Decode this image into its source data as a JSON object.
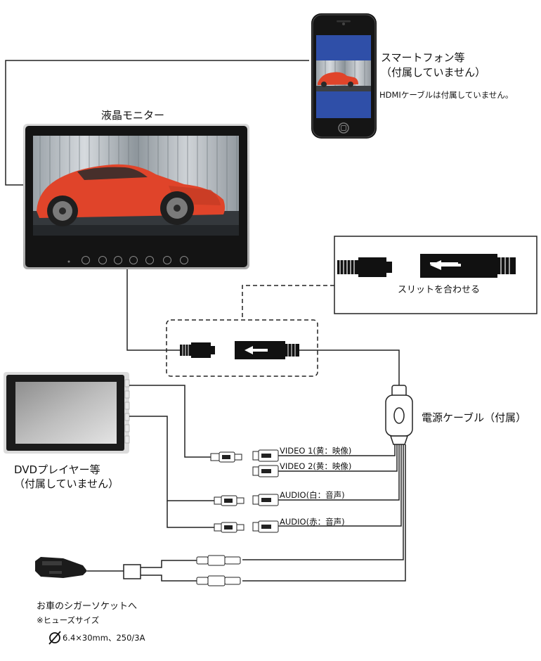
{
  "labels": {
    "smartphone_line1": "スマートフォン等",
    "smartphone_line2": "（付属していません）",
    "hdmi_note": "HDMIケーブルは付属していません。",
    "monitor": "液晶モニター",
    "slit": "スリットを合わせる",
    "power_cable": "電源ケーブル（付属）",
    "dvd_line1": "DVDプレイヤー等",
    "dvd_line2": "（付属していません）",
    "video1": "VIDEO 1(黄：映像)",
    "video2": "VIDEO 2(黄：映像)",
    "audio_white": "AUDIO(白：音声)",
    "audio_red": "AUDIO(赤：音声)",
    "cigar_line1": "お車のシガーソケットへ",
    "cigar_line2": "※ヒューズサイズ",
    "cigar_line3": "6.4×30mm、250/3A"
  },
  "colors": {
    "line": "#222222",
    "phone_screen": "#2f4fa8",
    "car_red": "#e0442a",
    "monitor_frame": "#1a1a1a"
  },
  "icons": {
    "monitor_buttons": [
      "power-icon",
      "menu-icon",
      "prev-icon",
      "mode-icon",
      "up-icon",
      "down-icon",
      "return-icon"
    ],
    "diameter": "diameter-icon"
  }
}
